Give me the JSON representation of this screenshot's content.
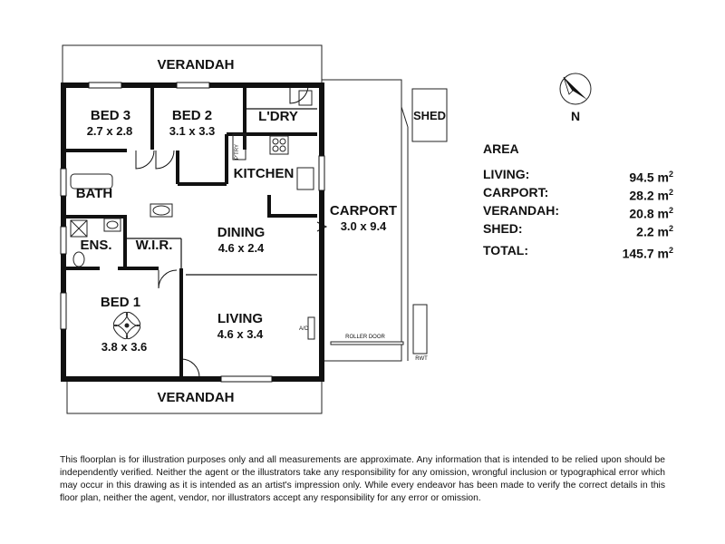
{
  "rooms": {
    "verandah_top": "VERANDAH",
    "bed3": {
      "name": "BED 3",
      "size": "2.7 x 2.8"
    },
    "bed2": {
      "name": "BED 2",
      "size": "3.1 x 3.3"
    },
    "laundry": "L'DRY",
    "pantry": "P'TRY",
    "kitchen": "KITCHEN",
    "bath": "BATH",
    "ensuite": "ENS.",
    "wir": "W.I.R.",
    "dining": {
      "name": "DINING",
      "size": "4.6 x 2.4"
    },
    "carport": {
      "name": "CARPORT",
      "size": "3.0 x 9.4"
    },
    "shed": "SHED",
    "bed1": {
      "name": "BED 1",
      "size": "3.8 x 3.6"
    },
    "living": {
      "name": "LIVING",
      "size": "4.6 x 3.4"
    },
    "ac": "A/C",
    "roller_door": "ROLLER DOOR",
    "rwt": "RWT",
    "verandah_bottom": "VERANDAH"
  },
  "compass": {
    "label": "N"
  },
  "area": {
    "title": "AREA",
    "unit": "m",
    "unit_exp": "2",
    "rows": [
      {
        "label": "LIVING:",
        "value": "94.5"
      },
      {
        "label": "CARPORT:",
        "value": "28.2"
      },
      {
        "label": "VERANDAH:",
        "value": "20.8"
      },
      {
        "label": "SHED:",
        "value": "2.2"
      }
    ],
    "total": {
      "label": "TOTAL:",
      "value": "145.7"
    }
  },
  "disclaimer": "This floorplan is for illustration purposes only and all measurements are approximate. Any information that is intended to be relied upon should be independently verified. Neither the agent or the illustrators take any responsibility for any omission, wrongful inclusion or typographical error which may occur in this drawing as it is intended as an artist's impression only. While every endeavor has been made to verify the correct details in this floor plan, neither the agent, vendor, nor illustrators accept any responsibility for any error or omission."
}
